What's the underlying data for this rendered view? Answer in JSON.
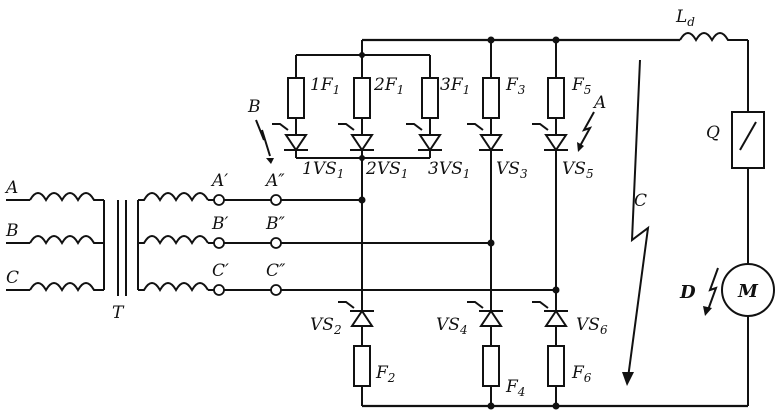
{
  "labels": {
    "input_A": "A",
    "input_B": "B",
    "input_C": "C",
    "transformer": "T",
    "term_A1": "A′",
    "term_B1": "B′",
    "term_C1": "C′",
    "term_A2": "A″",
    "term_B2": "B″",
    "term_C2": "C″",
    "fault_B": "B",
    "fault_A": "A",
    "fault_C": "C",
    "fault_D": "D",
    "fuse_1F1": "1F",
    "fuse_1F1_sub": "1",
    "fuse_2F1": "2F",
    "fuse_2F1_sub": "1",
    "fuse_3F1": "3F",
    "fuse_3F1_sub": "1",
    "fuse_F3": "F",
    "fuse_F3_sub": "3",
    "fuse_F5": "F",
    "fuse_F5_sub": "5",
    "fuse_F2": "F",
    "fuse_F2_sub": "2",
    "fuse_F4": "F",
    "fuse_F4_sub": "4",
    "fuse_F6": "F",
    "fuse_F6_sub": "6",
    "thy_1VS1": "1VS",
    "thy_1VS1_sub": "1",
    "thy_2VS1": "2VS",
    "thy_2VS1_sub": "1",
    "thy_3VS1": "3VS",
    "thy_3VS1_sub": "1",
    "thy_VS3": "VS",
    "thy_VS3_sub": "3",
    "thy_VS5": "VS",
    "thy_VS5_sub": "5",
    "thy_VS2": "VS",
    "thy_VS2_sub": "2",
    "thy_VS4": "VS",
    "thy_VS4_sub": "4",
    "thy_VS6": "VS",
    "thy_VS6_sub": "6",
    "inductor": "L",
    "inductor_sub": "d",
    "switch": "Q",
    "motor": "M"
  }
}
